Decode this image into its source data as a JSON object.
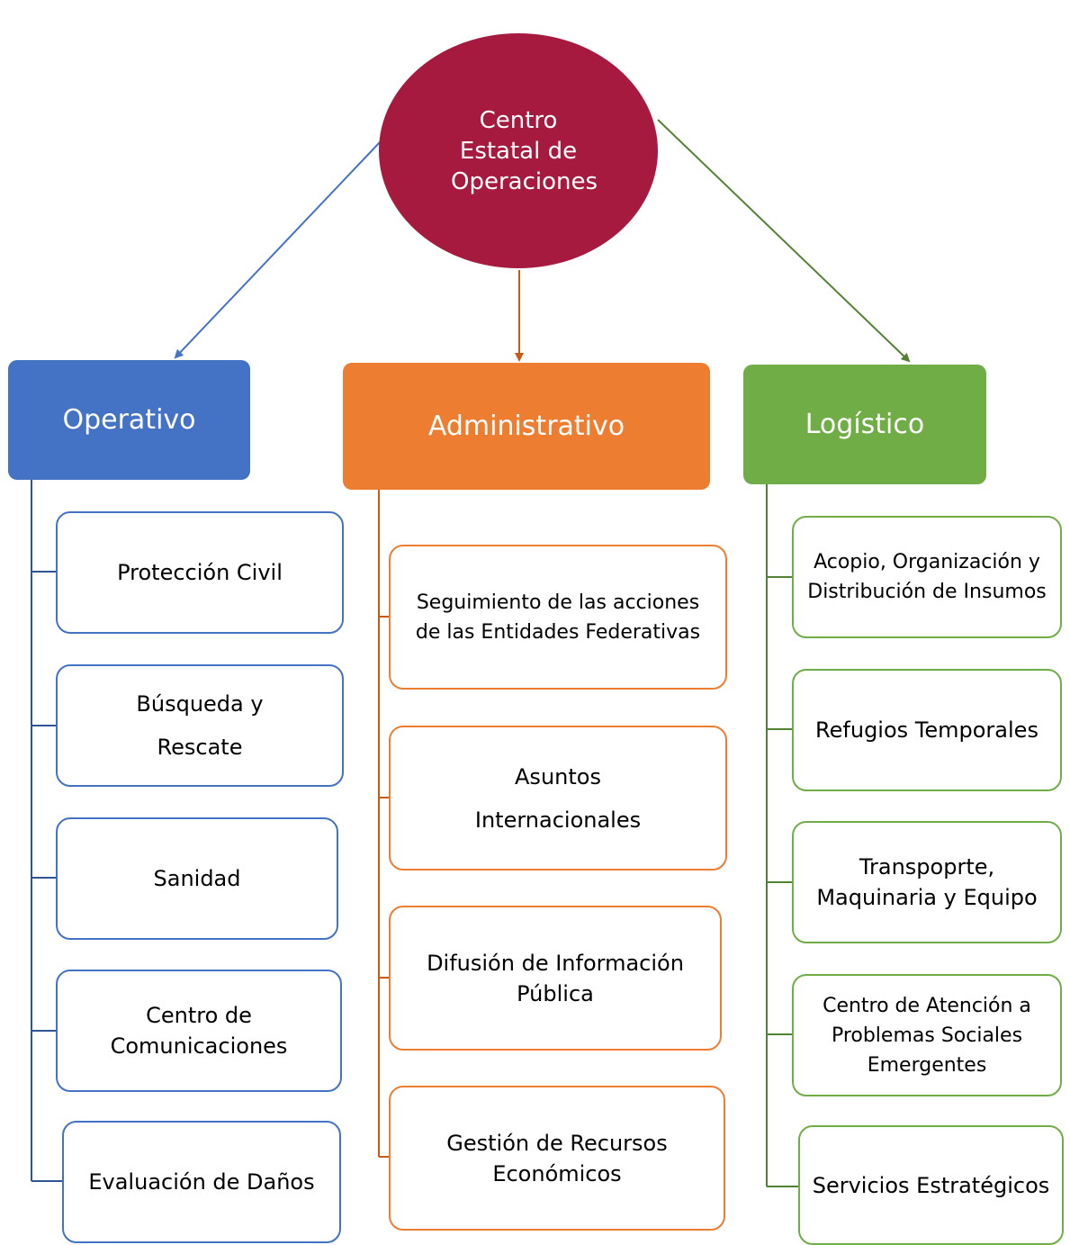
{
  "root": {
    "label": "Centro Estatal de Operaciones",
    "color": "#a71a40"
  },
  "branches": [
    {
      "title": "Operativo",
      "color": "#4472c4",
      "line_color": "#2f5597",
      "items": [
        "Protección Civil",
        "Búsqueda y Rescate",
        "Sanidad",
        "Centro de Comunicaciones",
        "Evaluación de Daños"
      ]
    },
    {
      "title": "Administrativo",
      "color": "#ed7d31",
      "line_color": "#c55a11",
      "items": [
        "Seguimiento de las acciones de las Entidades Federativas",
        "Asuntos Internacionales",
        "Difusión de Información Pública",
        "Gestión de Recursos Económicos"
      ]
    },
    {
      "title": "Logístico",
      "color": "#70ad47",
      "line_color": "#548235",
      "items": [
        "Acopio, Organización y Distribución de Insumos",
        "Refugios Temporales",
        "Transpoprte, Maquinaria y Equipo",
        "Centro de Atención a Problemas Sociales Emergentes",
        "Servicios Estratégicos"
      ]
    }
  ]
}
